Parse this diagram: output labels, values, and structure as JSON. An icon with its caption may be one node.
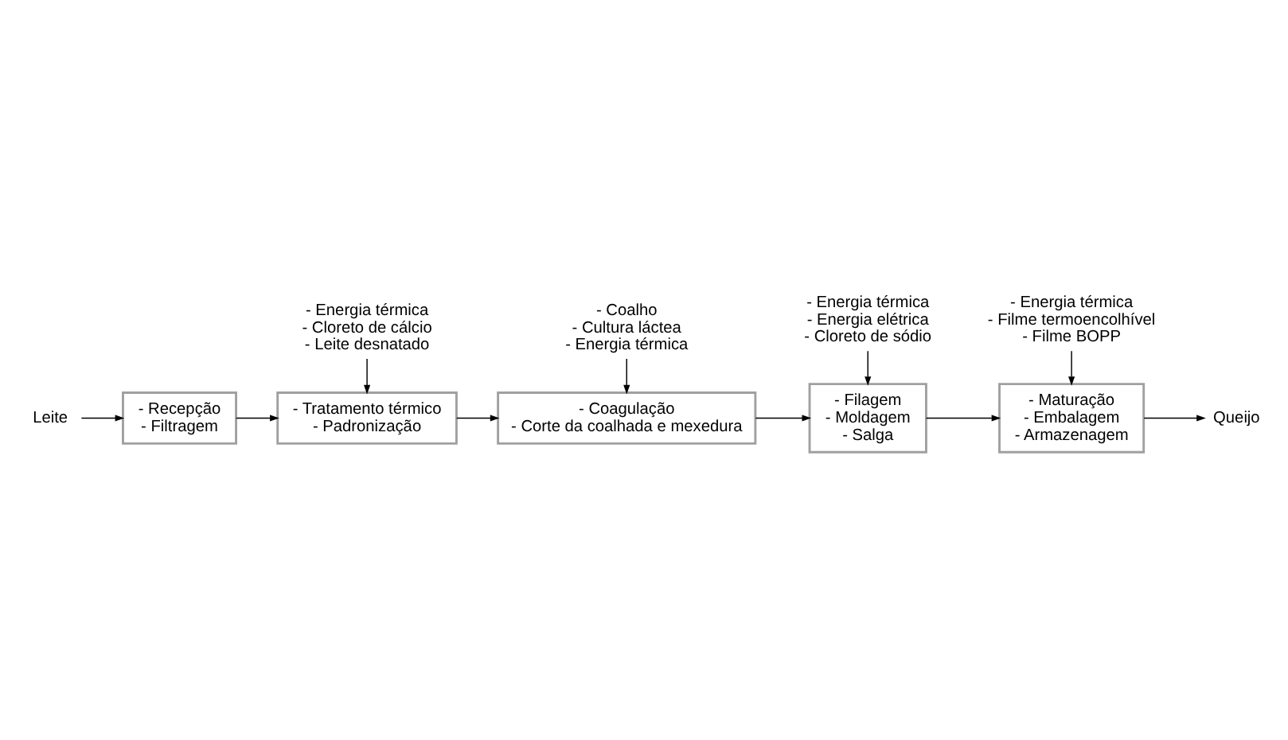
{
  "diagram": {
    "nodes": [
      {
        "text": [
          "Leite"
        ]
      },
      {
        "text": [
          "- Recepção",
          "- Filtragem"
        ]
      },
      {
        "text": [
          "- Energia térmica",
          "- Cloreto de cálcio",
          "- Leite desnatado"
        ]
      },
      {
        "text": [
          "- Tratamento térmico",
          "- Padronização"
        ]
      },
      {
        "text": [
          "- Coalho",
          "- Cultura láctea",
          "- Energia térmica"
        ]
      },
      {
        "text": [
          "- Coagulação",
          "- Corte da coalhada e mexedura"
        ]
      },
      {
        "text": [
          "- Maturação",
          "- Embalagem",
          "- Armazenagem"
        ]
      },
      {
        "text": [
          "Queijo"
        ]
      },
      {
        "text": [
          "- Filagem",
          "- Moldagem",
          "- Salga"
        ]
      },
      {
        "text": [
          "- Energia térmica",
          "- Filme termoencolhível",
          "- Filme BOPP"
        ]
      },
      {
        "text": [
          "- Energia térmica",
          "- Energia elétrica",
          "- Cloreto de sódio"
        ]
      }
    ],
    "edges": [
      {
        "from": 0,
        "to": 1,
        "arrow": "to"
      },
      {
        "from": 1,
        "to": 3,
        "arrow": "to"
      },
      {
        "from": 2,
        "to": 3,
        "arrow": "to"
      },
      {
        "from": 3,
        "to": 5,
        "arrow": "to"
      },
      {
        "from": 4,
        "to": 5,
        "arrow": "to"
      },
      {
        "from": 5,
        "to": 8,
        "arrow": "to"
      },
      {
        "from": 8,
        "to": 6,
        "arrow": "to"
      },
      {
        "from": 6,
        "to": 7,
        "arrow": "to"
      },
      {
        "from": 9,
        "to": 6,
        "arrow": "to"
      },
      {
        "from": 10,
        "to": 8,
        "arrow": "to"
      }
    ]
  }
}
